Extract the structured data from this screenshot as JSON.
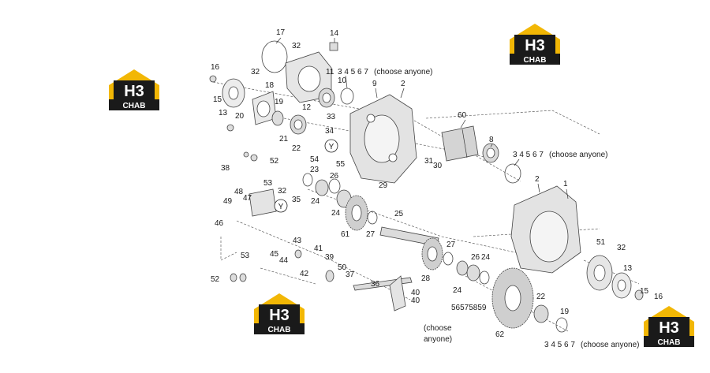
{
  "brand": {
    "logo_mark": "H3",
    "logo_word": "CHAB",
    "gold": "#F2B705",
    "dark": "#1a1a1a"
  },
  "notes": {
    "choose_a": "(choose anyone)",
    "choose_b": "(choose anyone)",
    "choose_c_line1": "(choose",
    "choose_c_line2": "anyone)",
    "choose_d": "(choose anyone)",
    "seq_a": "3 4 5 6 7",
    "seq_b": "3 4 5 6 7",
    "seq_c": "56575859",
    "seq_d": "3 4 5 6 7"
  },
  "labels": [
    {
      "id": "17",
      "t": "17"
    },
    {
      "id": "14",
      "t": "14"
    },
    {
      "id": "32a",
      "t": "32"
    },
    {
      "id": "16a",
      "t": "16"
    },
    {
      "id": "32b",
      "t": "32"
    },
    {
      "id": "11",
      "t": "11"
    },
    {
      "id": "10",
      "t": "10"
    },
    {
      "id": "9",
      "t": "9"
    },
    {
      "id": "2a",
      "t": "2"
    },
    {
      "id": "18",
      "t": "18"
    },
    {
      "id": "15a",
      "t": "15"
    },
    {
      "id": "19a",
      "t": "19"
    },
    {
      "id": "12",
      "t": "12"
    },
    {
      "id": "13a",
      "t": "13"
    },
    {
      "id": "20",
      "t": "20"
    },
    {
      "id": "60",
      "t": "60"
    },
    {
      "id": "33",
      "t": "33"
    },
    {
      "id": "34",
      "t": "34"
    },
    {
      "id": "21",
      "t": "21"
    },
    {
      "id": "22a",
      "t": "22"
    },
    {
      "id": "8",
      "t": "8"
    },
    {
      "id": "52a",
      "t": "52"
    },
    {
      "id": "54",
      "t": "54"
    },
    {
      "id": "55",
      "t": "55"
    },
    {
      "id": "31",
      "t": "31"
    },
    {
      "id": "30",
      "t": "30"
    },
    {
      "id": "38",
      "t": "38"
    },
    {
      "id": "23",
      "t": "23"
    },
    {
      "id": "26a",
      "t": "26"
    },
    {
      "id": "29",
      "t": "29"
    },
    {
      "id": "2b",
      "t": "2"
    },
    {
      "id": "1",
      "t": "1"
    },
    {
      "id": "53a",
      "t": "53"
    },
    {
      "id": "32c",
      "t": "32"
    },
    {
      "id": "48",
      "t": "48"
    },
    {
      "id": "47",
      "t": "47"
    },
    {
      "id": "35",
      "t": "35"
    },
    {
      "id": "24a",
      "t": "24"
    },
    {
      "id": "49",
      "t": "49"
    },
    {
      "id": "24b",
      "t": "24"
    },
    {
      "id": "25",
      "t": "25"
    },
    {
      "id": "46",
      "t": "46"
    },
    {
      "id": "61",
      "t": "61"
    },
    {
      "id": "27a",
      "t": "27"
    },
    {
      "id": "43",
      "t": "43"
    },
    {
      "id": "45",
      "t": "45"
    },
    {
      "id": "44",
      "t": "44"
    },
    {
      "id": "41",
      "t": "41"
    },
    {
      "id": "27b",
      "t": "27"
    },
    {
      "id": "51",
      "t": "51"
    },
    {
      "id": "32d",
      "t": "32"
    },
    {
      "id": "53b",
      "t": "53"
    },
    {
      "id": "26b",
      "t": "26"
    },
    {
      "id": "24c",
      "t": "24"
    },
    {
      "id": "39",
      "t": "39"
    },
    {
      "id": "13b",
      "t": "13"
    },
    {
      "id": "42",
      "t": "42"
    },
    {
      "id": "50",
      "t": "50"
    },
    {
      "id": "37",
      "t": "37"
    },
    {
      "id": "28",
      "t": "28"
    },
    {
      "id": "24d",
      "t": "24"
    },
    {
      "id": "52b",
      "t": "52"
    },
    {
      "id": "36",
      "t": "36"
    },
    {
      "id": "15b",
      "t": "15"
    },
    {
      "id": "16b",
      "t": "16"
    },
    {
      "id": "40a",
      "t": "40"
    },
    {
      "id": "40b",
      "t": "40"
    },
    {
      "id": "22b",
      "t": "22"
    },
    {
      "id": "19b",
      "t": "19"
    },
    {
      "id": "62",
      "t": "62"
    }
  ],
  "markers": {
    "y1": "Y",
    "y2": "Y"
  }
}
